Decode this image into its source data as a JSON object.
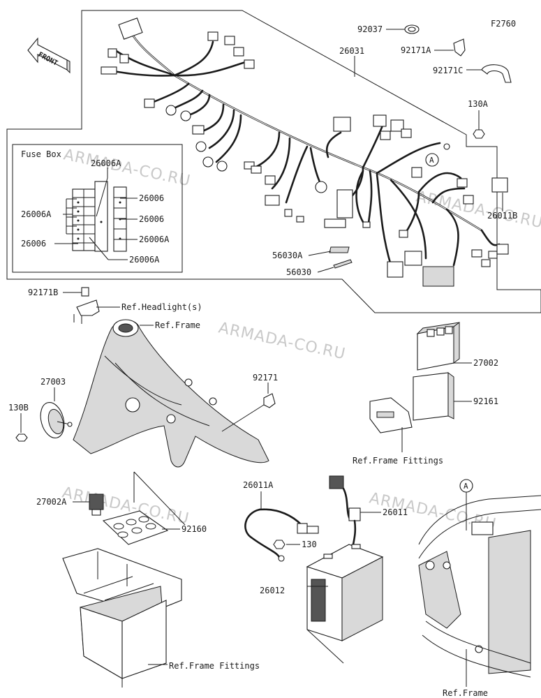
{
  "figure_code": "F2760",
  "front_arrow_text": "FRONT",
  "fuse_box_title": "Fuse Box",
  "callout_a": "A",
  "watermark": "ARMADA-CO.RU",
  "parts": {
    "p92037": "92037",
    "p26031": "26031",
    "p92171A": "92171A",
    "p92171C": "92171C",
    "p130A": "130A",
    "p26011B": "26011B",
    "p56030A": "56030A",
    "p56030": "56030",
    "p92171B": "92171B",
    "p27003": "27003",
    "p130B": "130B",
    "p92171": "92171",
    "p27002": "27002",
    "p92161": "92161",
    "p27002A": "27002A",
    "p92160": "92160",
    "p26011A": "26011A",
    "p130": "130",
    "p26011": "26011",
    "p26012": "26012"
  },
  "fuse_labels": {
    "left_top": "26006A",
    "left_bottom": "26006",
    "top_center": "26006A",
    "right_1": "26006",
    "right_2": "26006",
    "right_3": "26006A",
    "bottom": "26006A"
  },
  "refs": {
    "headlight": "Ref.Headlight(s)",
    "frame_top": "Ref.Frame",
    "frame_fittings_right": "Ref.Frame Fittings",
    "frame_fittings_bottom": "Ref.Frame Fittings",
    "frame_bottom_right": "Ref.Frame"
  }
}
